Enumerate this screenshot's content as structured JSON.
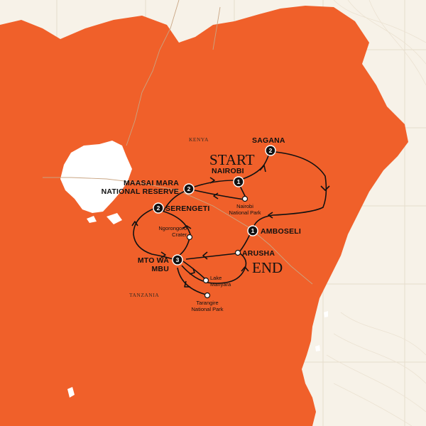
{
  "colors": {
    "background": "#f7f2e8",
    "land": "#f0602a",
    "water": "#ffffff",
    "route": "#111111",
    "grid": "#e6ddcc",
    "border": "#c9a583"
  },
  "countries": {
    "kenya": "KENYA",
    "tanzania": "TANZANIA"
  },
  "start_label": "START",
  "end_label": "END",
  "stops": [
    {
      "name": "NAIROBI",
      "nights": "1"
    },
    {
      "name": "SAGANA",
      "nights": "2"
    },
    {
      "name_line1": "MAASAI MARA",
      "name_line2": "NATIONAL RESERVE",
      "nights": "2"
    },
    {
      "name": "SERENGETI",
      "nights": "2"
    },
    {
      "name": "AMBOSELI",
      "nights": "1"
    },
    {
      "name": "ARUSHA"
    },
    {
      "name_line1": "MTO WA",
      "name_line2": "MBU",
      "nights": "3"
    }
  ],
  "waypoints": {
    "nairobi_np_line1": "Nairobi",
    "nairobi_np_line2": "National Park",
    "ngorongoro_line1": "Ngorongoro",
    "ngorongoro_line2": "Crater",
    "lake_manyara_line1": "Lake",
    "lake_manyara_line2": "Manyara",
    "tarangire_line1": "Tarangire",
    "tarangire_line2": "National Park"
  }
}
